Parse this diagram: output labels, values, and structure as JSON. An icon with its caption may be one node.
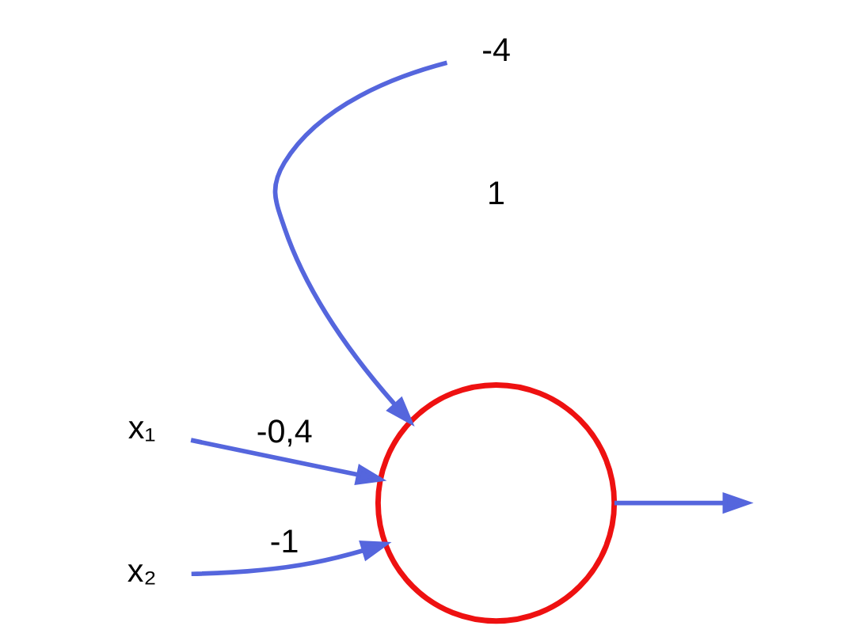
{
  "diagram": {
    "nodes": [
      {
        "text": [
          "x₁"
        ]
      },
      {
        "text": [
          "x₂"
        ]
      },
      {
        "text": [],
        "shape": "circle"
      },
      {
        "text": [
          "-4"
        ]
      }
    ],
    "edges": [
      {
        "from": 0,
        "to": 2,
        "arrow": "to",
        "label": "-0,4"
      },
      {
        "from": 1,
        "to": 2,
        "arrow": "to",
        "label": "-1"
      },
      {
        "from": 3,
        "to": 2,
        "arrow": "to"
      },
      {
        "from": 2,
        "to": null,
        "arrow": "to"
      }
    ],
    "labels": [
      "1"
    ]
  }
}
